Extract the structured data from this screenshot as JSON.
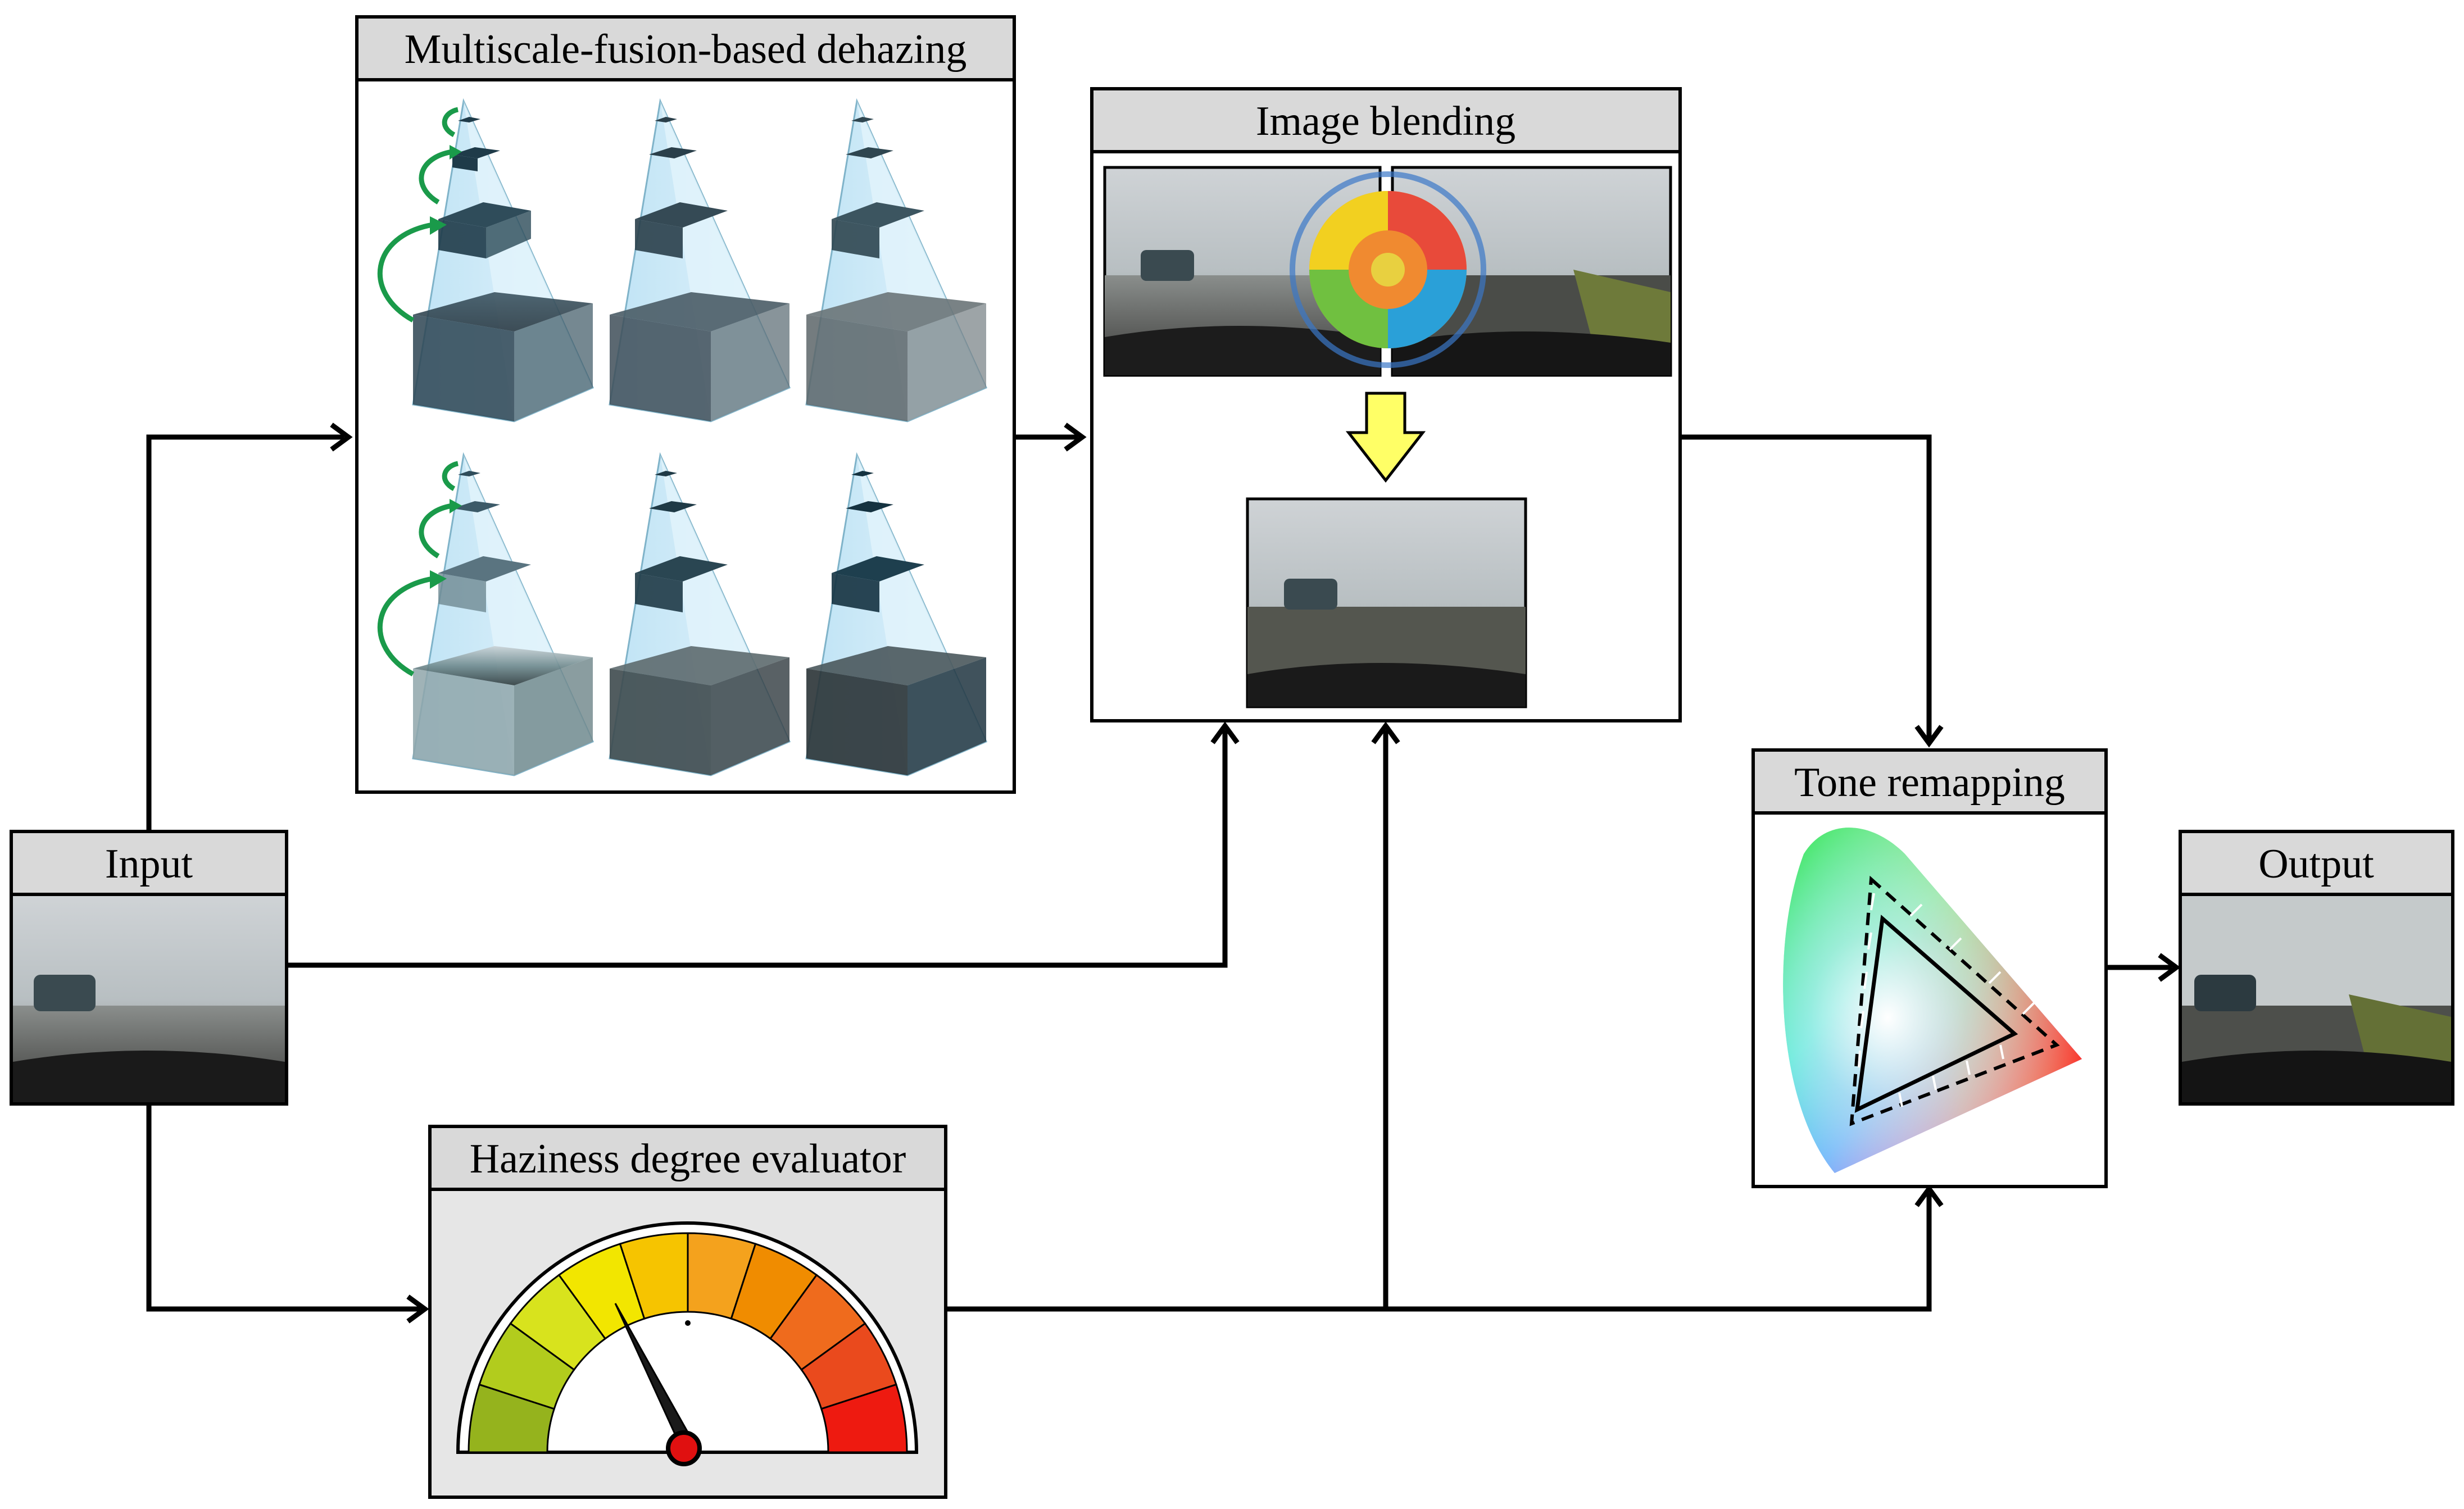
{
  "blocks": {
    "multiscale": {
      "title": "Multiscale-fusion-based dehazing"
    },
    "blending": {
      "title": "Image blending"
    },
    "input": {
      "title": "Input"
    },
    "haziness": {
      "title": "Haziness degree evaluator"
    },
    "tone": {
      "title": "Tone remapping"
    },
    "output": {
      "title": "Output"
    }
  },
  "colors": {
    "header_fill": "#d9d9d9",
    "stroke": "#000000",
    "pyramid_fill": "#cfeaf7",
    "pyramid_band": "#1d4a5f",
    "curved_arrow": "#1a9a4a",
    "blend_arrow": "#ffff66",
    "gauge_bg": "#e6e6e6"
  },
  "gauge": {
    "segments": [
      "#95b31d",
      "#b2cc1d",
      "#d8e31d",
      "#f2e600",
      "#f6c400",
      "#f4a21d",
      "#f08c00",
      "#ef6b1d",
      "#ea4a1d",
      "#ee1a10"
    ],
    "needle_color": "#1a1a1a",
    "pivot_color": "#e01010"
  }
}
